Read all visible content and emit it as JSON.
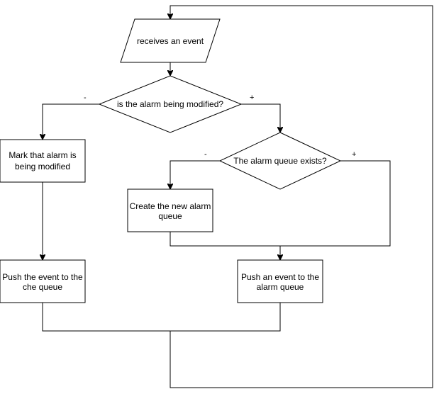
{
  "diagram": {
    "nodes": {
      "receives_event": "receives an event",
      "alarm_modified_decision": "is the alarm being modified?",
      "mark_alarm_modified": [
        "Mark that alarm is",
        "being modified"
      ],
      "alarm_queue_exists_decision": "The alarm queue exists?",
      "create_alarm_queue": [
        "Create the new alarm",
        "queue"
      ],
      "push_event_che_queue": [
        "Push the event to the",
        "che queue"
      ],
      "push_event_alarm_queue": [
        "Push an event to the",
        "alarm queue"
      ]
    },
    "edge_labels": {
      "modified_no": "-",
      "modified_yes": "+",
      "queue_no": "-",
      "queue_yes": "+"
    }
  }
}
